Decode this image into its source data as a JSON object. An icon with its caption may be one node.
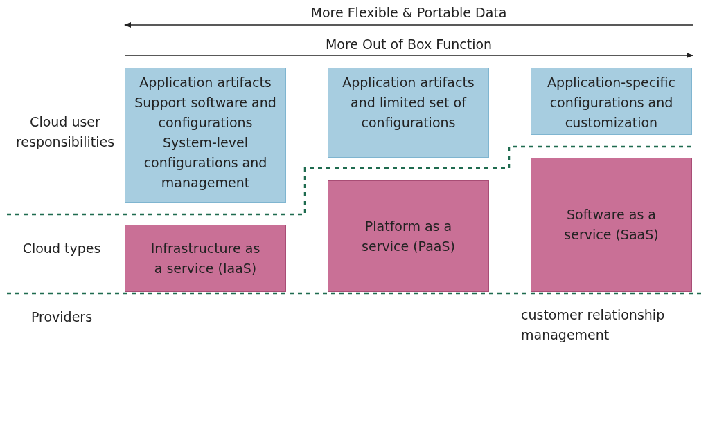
{
  "diagram": {
    "nodes": [
      {
        "text": [
          "Application artifacts",
          "Support software and configurations",
          "System-level configurations and management"
        ]
      },
      {
        "text": [
          "Application artifacts and limited set of configurations"
        ]
      },
      {
        "text": [
          "Application-specific configurations and customization"
        ]
      },
      {
        "text": [
          "Infrastructure as a service (IaaS)"
        ]
      },
      {
        "text": [
          "Platform as a service (PaaS)"
        ]
      },
      {
        "text": [
          "Software as a service (SaaS)"
        ]
      }
    ],
    "labels": [
      "More Flexible & Portable Data",
      "More Out of Box Function",
      "Cloud user responsibilities",
      "Cloud types",
      "Providers",
      "customer relationship management"
    ]
  }
}
